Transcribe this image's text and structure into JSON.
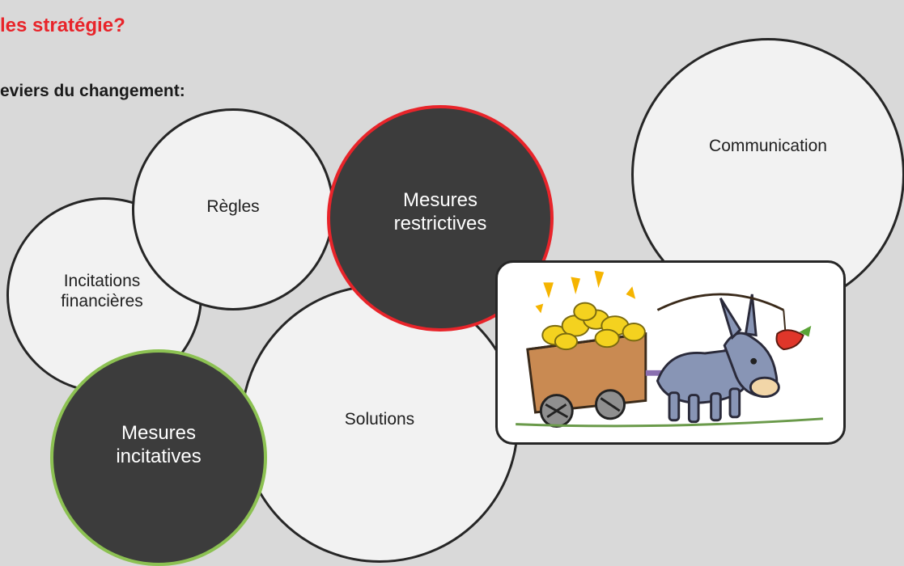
{
  "header": {
    "title": "les stratégie?",
    "subtitle": "eviers du changement:"
  },
  "bubbles": {
    "incitations_financieres": {
      "line1": "Incitations",
      "line2": "financières"
    },
    "regles": {
      "label": "Règles"
    },
    "mesures_restrictives": {
      "line1": "Mesures",
      "line2": "restrictives"
    },
    "solutions": {
      "label": "Solutions"
    },
    "mesures_incitatives": {
      "line1": "Mesures",
      "line2": "incitatives"
    },
    "communication": {
      "label": "Communication"
    }
  },
  "colors": {
    "title": "#e8242a",
    "background": "#d9d9d9",
    "light_bubble": "#f2f2f2",
    "dark_bubble": "#3c3c3c",
    "restrictive_border": "#e8242a",
    "incitative_border": "#8cc152"
  },
  "illustration": {
    "icon": "donkey-cart-with-carrot-icon"
  }
}
